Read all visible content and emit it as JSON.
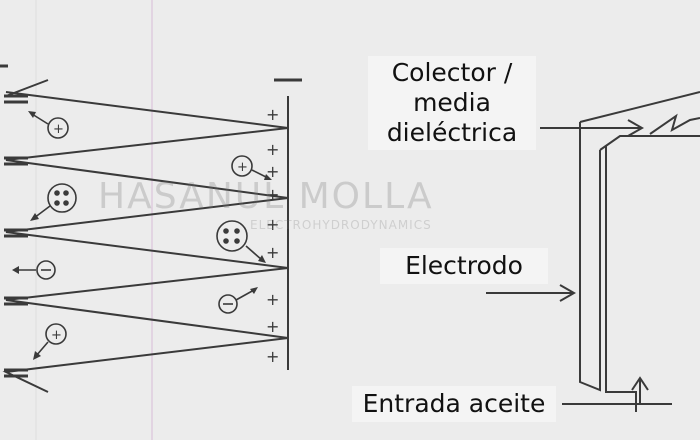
{
  "labels": {
    "collector_line1": "Colector /",
    "collector_line2": "media",
    "collector_line3": "dieléctrica",
    "electrode": "Electrodo",
    "oil_inlet": "Entrada aceite"
  },
  "watermark": {
    "main": "HASANUL MOLLA",
    "sub": "ELECTROHYDRODYNAMICS"
  },
  "symbols": {
    "plus": "+",
    "minus": "−"
  },
  "colors": {
    "line": "#3a3a3a",
    "background": "#ececec",
    "label_bg": "#f4f4f4"
  }
}
